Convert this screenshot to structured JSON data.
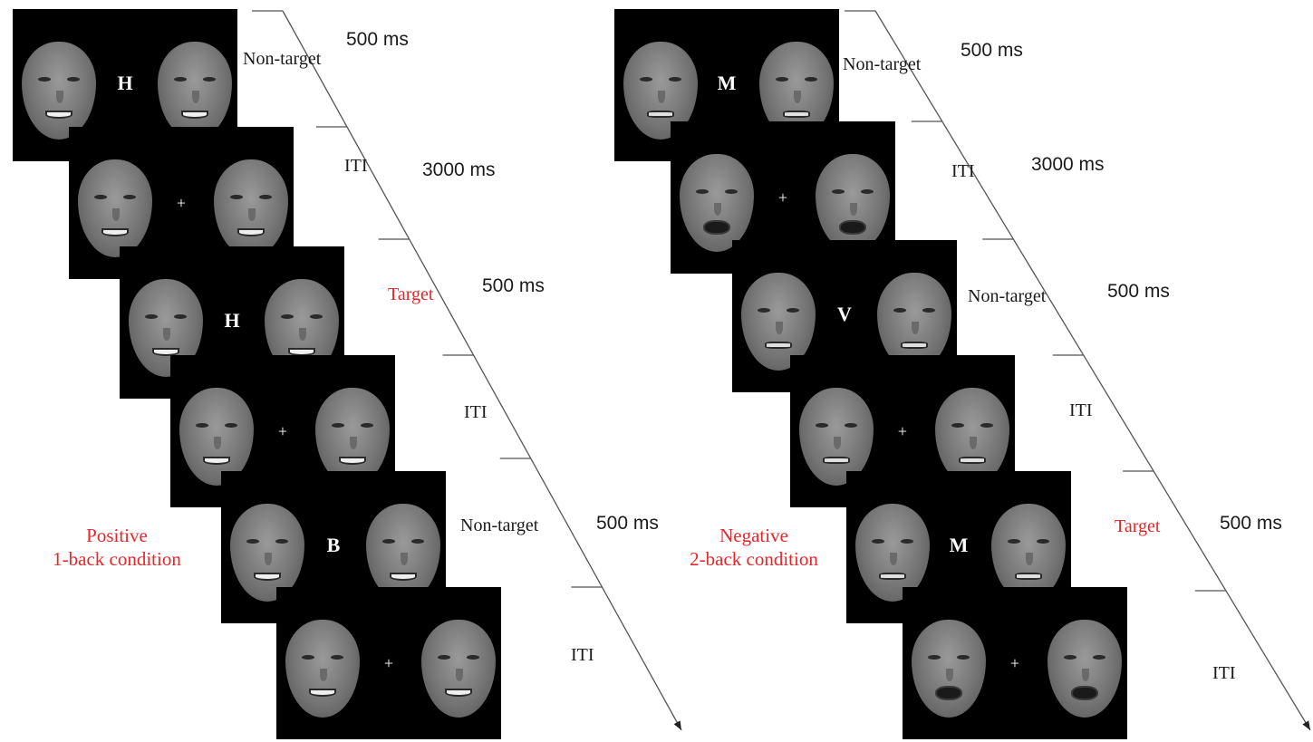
{
  "panels": [
    {
      "condition_line1": "Positive",
      "condition_line2": "1-back condition",
      "trials": [
        {
          "stimulus": "H",
          "label": "Non-target",
          "duration": "500 ms",
          "target": false,
          "mouth": "smile"
        },
        {
          "stimulus": "+",
          "label": "ITI",
          "duration": "3000 ms",
          "target": false,
          "mouth": "smile"
        },
        {
          "stimulus": "H",
          "label": "Target",
          "duration": "500 ms",
          "target": true,
          "mouth": "smile"
        },
        {
          "stimulus": "+",
          "label": "ITI",
          "duration": "",
          "target": false,
          "mouth": "smile"
        },
        {
          "stimulus": "B",
          "label": "Non-target",
          "duration": "500 ms",
          "target": false,
          "mouth": "smile"
        },
        {
          "stimulus": "+",
          "label": "ITI",
          "duration": "",
          "target": false,
          "mouth": "smile"
        }
      ]
    },
    {
      "condition_line1": "Negative",
      "condition_line2": "2-back condition",
      "trials": [
        {
          "stimulus": "M",
          "label": "Non-target",
          "duration": "500 ms",
          "target": false,
          "mouth": "grimace"
        },
        {
          "stimulus": "+",
          "label": "ITI",
          "duration": "3000 ms",
          "target": false,
          "mouth": "open"
        },
        {
          "stimulus": "V",
          "label": "Non-target",
          "duration": "500 ms",
          "target": false,
          "mouth": "grimace"
        },
        {
          "stimulus": "+",
          "label": "ITI",
          "duration": "",
          "target": false,
          "mouth": "grimace"
        },
        {
          "stimulus": "M",
          "label": "Target",
          "duration": "500 ms",
          "target": true,
          "mouth": "grimace"
        },
        {
          "stimulus": "+",
          "label": "ITI",
          "duration": "",
          "target": false,
          "mouth": "open"
        }
      ]
    }
  ],
  "colors": {
    "target_label": "#e8262a",
    "condition_label": "#e8262a",
    "card_background": "#000000"
  }
}
